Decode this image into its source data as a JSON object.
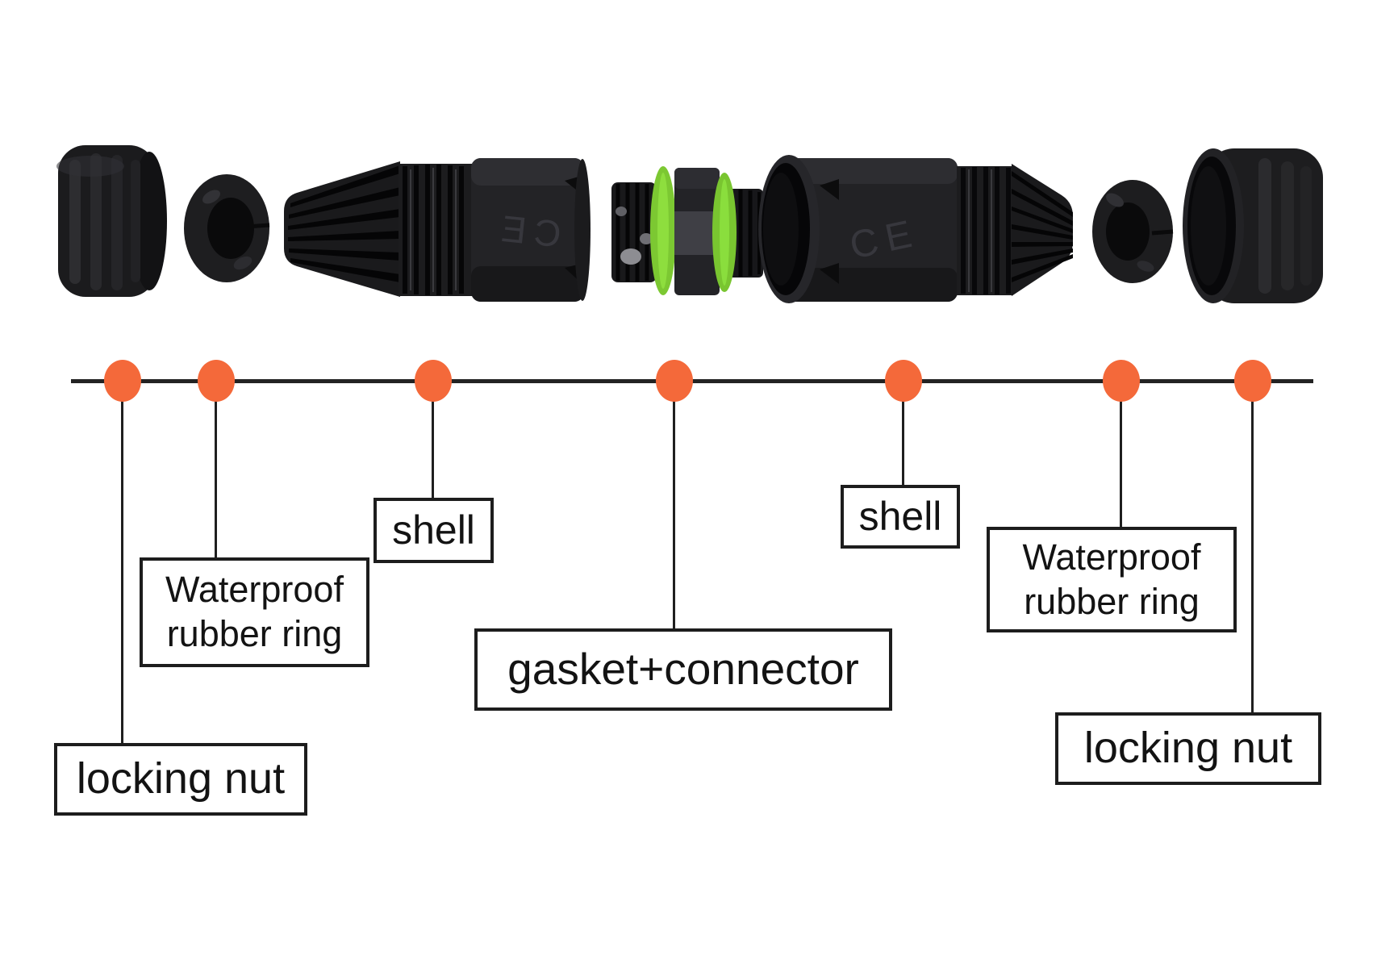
{
  "colors": {
    "background": "#ffffff",
    "callout_line": "#1f1f1f",
    "callout_dot_orange": "#f4693a",
    "box_border": "#1d1d1d",
    "label_text": "#131313",
    "part_body_black": "#1c1c1e",
    "gasket_ring_green": "#7cc832"
  },
  "photo": {
    "shell_left_marking": "CE",
    "shell_right_marking": "CE"
  },
  "callouts": [
    {
      "label": "locking nut"
    },
    {
      "label": "Waterproof rubber ring",
      "line1": "Waterproof",
      "line2": "rubber ring"
    },
    {
      "label": "shell"
    },
    {
      "label": "gasket+connector"
    },
    {
      "label": "shell"
    },
    {
      "label": "Waterproof rubber ring",
      "line1": "Waterproof",
      "line2": "rubber ring"
    },
    {
      "label": "locking nut"
    }
  ]
}
